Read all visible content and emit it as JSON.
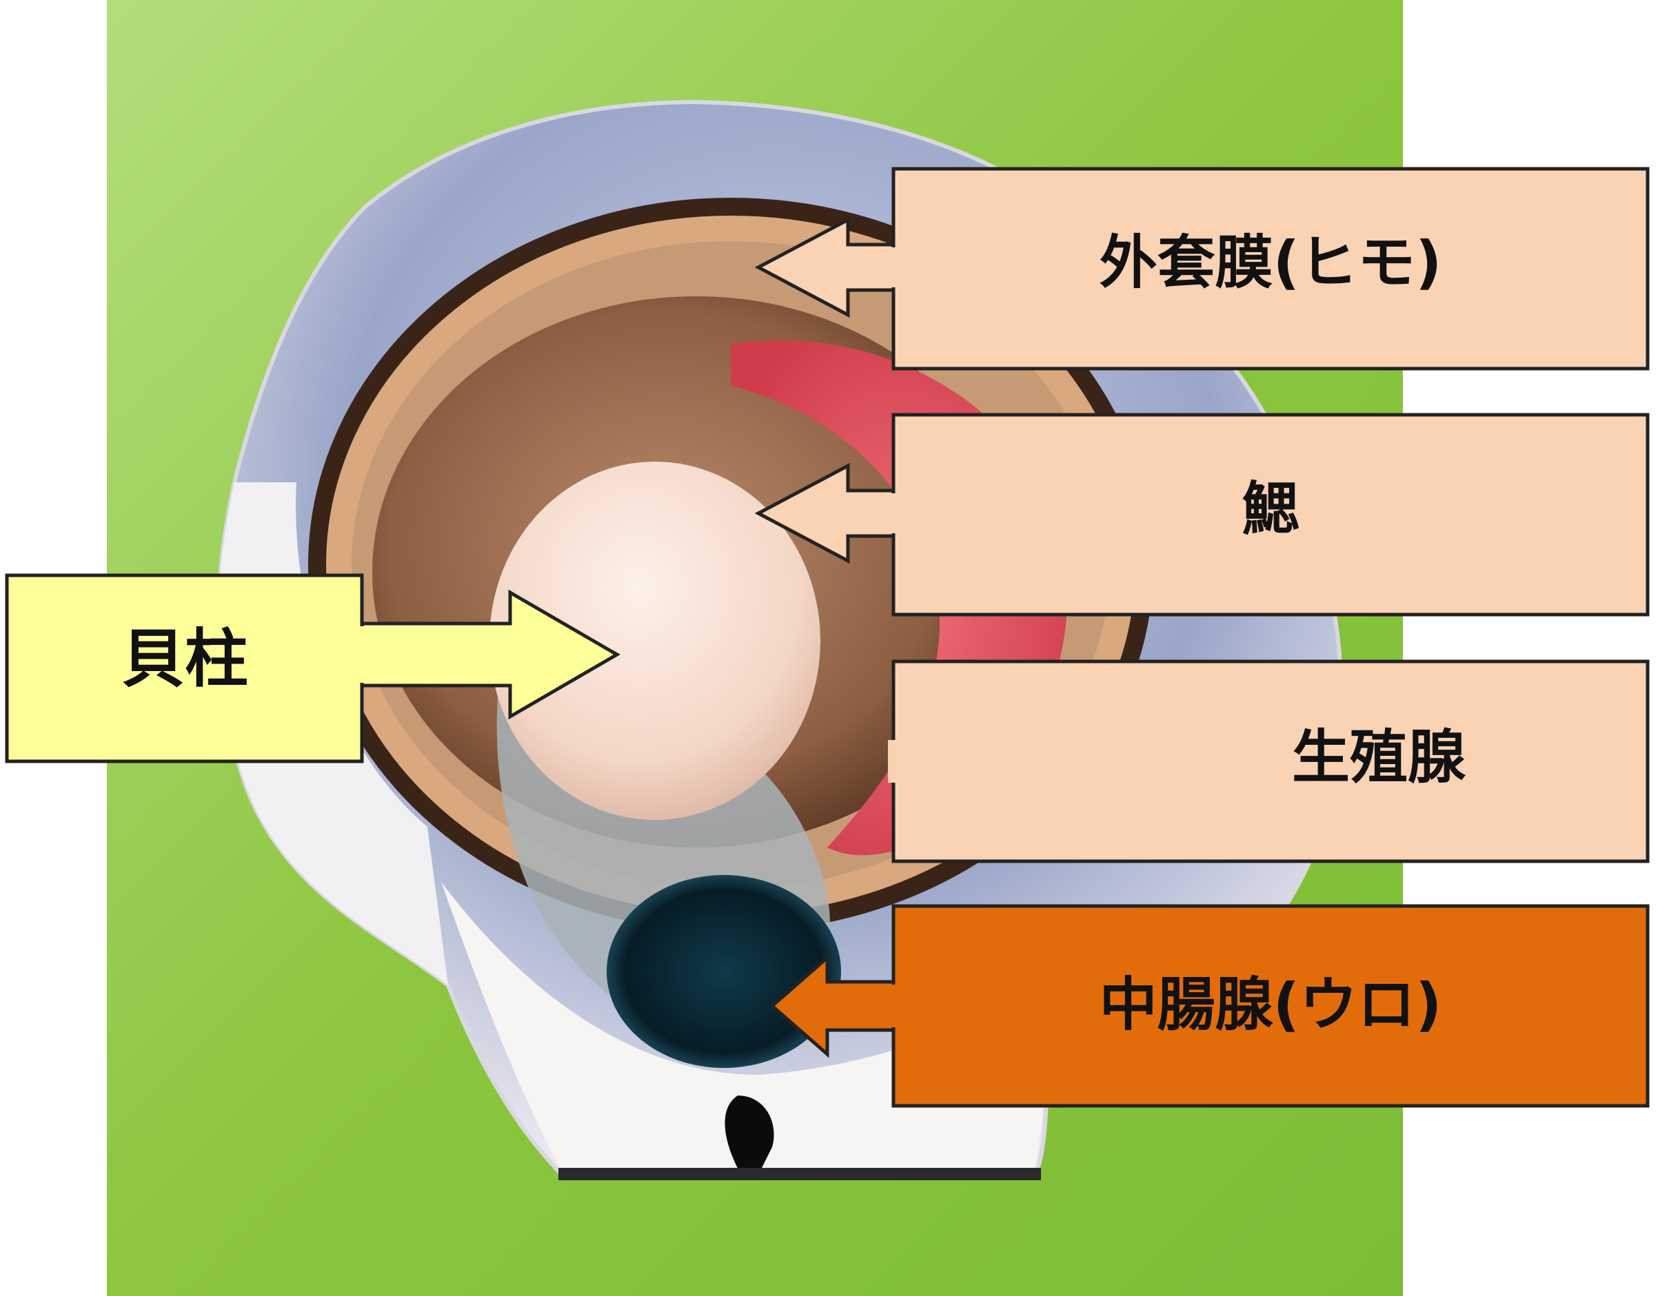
{
  "colors": {
    "background_green": "#8cc63f",
    "label_peach": "#fad2b4",
    "label_yellow": "#ffff99",
    "label_orange": "#e36c0a",
    "outline": "#222222"
  },
  "labels": {
    "mantle": "外套膜(ヒモ)",
    "gill": "鰓",
    "adductor": "貝柱",
    "gonad": "生殖腺",
    "midgut_gland": "中腸腺(ウロ)"
  }
}
